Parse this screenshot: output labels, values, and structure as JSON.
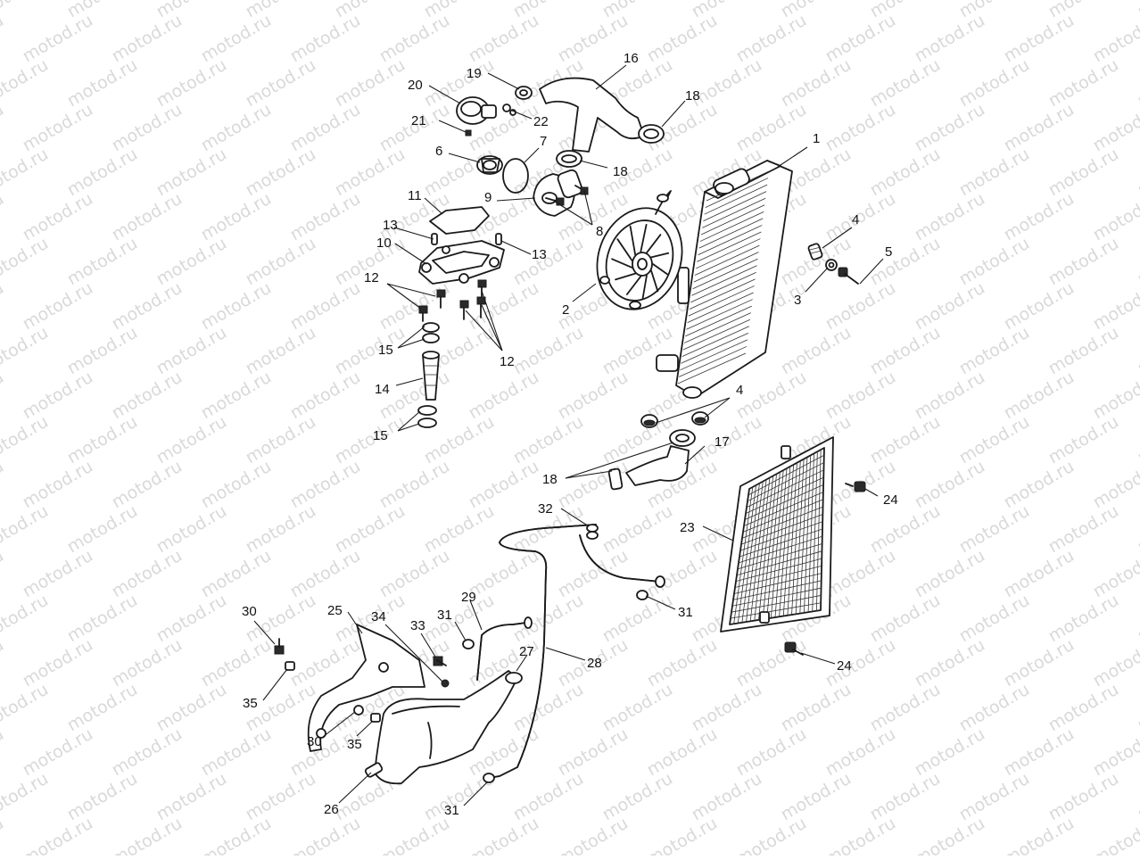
{
  "watermark": {
    "text": "motod.ru"
  },
  "callouts": [
    {
      "id": "c1",
      "text": "1"
    },
    {
      "id": "c2",
      "text": "2"
    },
    {
      "id": "c3",
      "text": "3"
    },
    {
      "id": "c4a",
      "text": "4"
    },
    {
      "id": "c4b",
      "text": "4"
    },
    {
      "id": "c5",
      "text": "5"
    },
    {
      "id": "c6",
      "text": "6"
    },
    {
      "id": "c7",
      "text": "7"
    },
    {
      "id": "c8",
      "text": "8"
    },
    {
      "id": "c9",
      "text": "9"
    },
    {
      "id": "c10",
      "text": "10"
    },
    {
      "id": "c11",
      "text": "11"
    },
    {
      "id": "c12a",
      "text": "12"
    },
    {
      "id": "c12b",
      "text": "12"
    },
    {
      "id": "c13a",
      "text": "13"
    },
    {
      "id": "c13b",
      "text": "13"
    },
    {
      "id": "c14",
      "text": "14"
    },
    {
      "id": "c15a",
      "text": "15"
    },
    {
      "id": "c15b",
      "text": "15"
    },
    {
      "id": "c16",
      "text": "16"
    },
    {
      "id": "c17",
      "text": "17"
    },
    {
      "id": "c18a",
      "text": "18"
    },
    {
      "id": "c18b",
      "text": "18"
    },
    {
      "id": "c18c",
      "text": "18"
    },
    {
      "id": "c19",
      "text": "19"
    },
    {
      "id": "c20",
      "text": "20"
    },
    {
      "id": "c21",
      "text": "21"
    },
    {
      "id": "c22",
      "text": "22"
    },
    {
      "id": "c23",
      "text": "23"
    },
    {
      "id": "c24a",
      "text": "24"
    },
    {
      "id": "c24b",
      "text": "24"
    },
    {
      "id": "c25",
      "text": "25"
    },
    {
      "id": "c26",
      "text": "26"
    },
    {
      "id": "c27",
      "text": "27"
    },
    {
      "id": "c28",
      "text": "28"
    },
    {
      "id": "c29",
      "text": "29"
    },
    {
      "id": "c30a",
      "text": "30"
    },
    {
      "id": "c30b",
      "text": "30"
    },
    {
      "id": "c31a",
      "text": "31"
    },
    {
      "id": "c31b",
      "text": "31"
    },
    {
      "id": "c31c",
      "text": "31"
    },
    {
      "id": "c32",
      "text": "32"
    },
    {
      "id": "c33",
      "text": "33"
    },
    {
      "id": "c34",
      "text": "34"
    },
    {
      "id": "c35a",
      "text": "35"
    },
    {
      "id": "c35b",
      "text": "35"
    }
  ]
}
